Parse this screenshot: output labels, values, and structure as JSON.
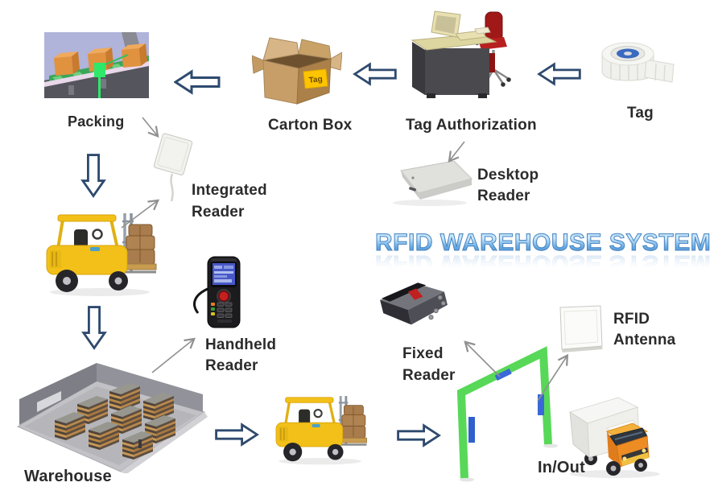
{
  "title": {
    "text": "RFID WAREHOUSE SYSTEM"
  },
  "nodes": {
    "packing": {
      "label": "Packing"
    },
    "carton_box": {
      "label": "Carton Box",
      "box_tag_text": "Tag"
    },
    "tag_authorization": {
      "label": "Tag Authorization"
    },
    "tag": {
      "label": "Tag"
    },
    "desktop_reader": {
      "line1": "Desktop",
      "line2": "Reader"
    },
    "integrated_reader": {
      "line1": "Integrated",
      "line2": "Reader"
    },
    "handheld_reader": {
      "line1": "Handheld",
      "line2": "Reader"
    },
    "warehouse": {
      "label": "Warehouse"
    },
    "fixed_reader": {
      "line1": "Fixed",
      "line2": "Reader"
    },
    "rfid_antenna": {
      "line1": "RFID",
      "line2": "Antenna"
    },
    "in_out": {
      "label": "In/Out"
    }
  },
  "colors": {
    "title_blue": "#5ea5dd",
    "flow_arrow_outline": "#2e4a6e",
    "connector_gray": "#909090",
    "gate_green": "#58d858",
    "gate_tag_blue": "#3a68d8",
    "forklift_yellow": "#f2c018",
    "carton_tan": "#c79e68",
    "tag_label_yellow": "#ffc400",
    "label_text": "#2b2b2b"
  }
}
